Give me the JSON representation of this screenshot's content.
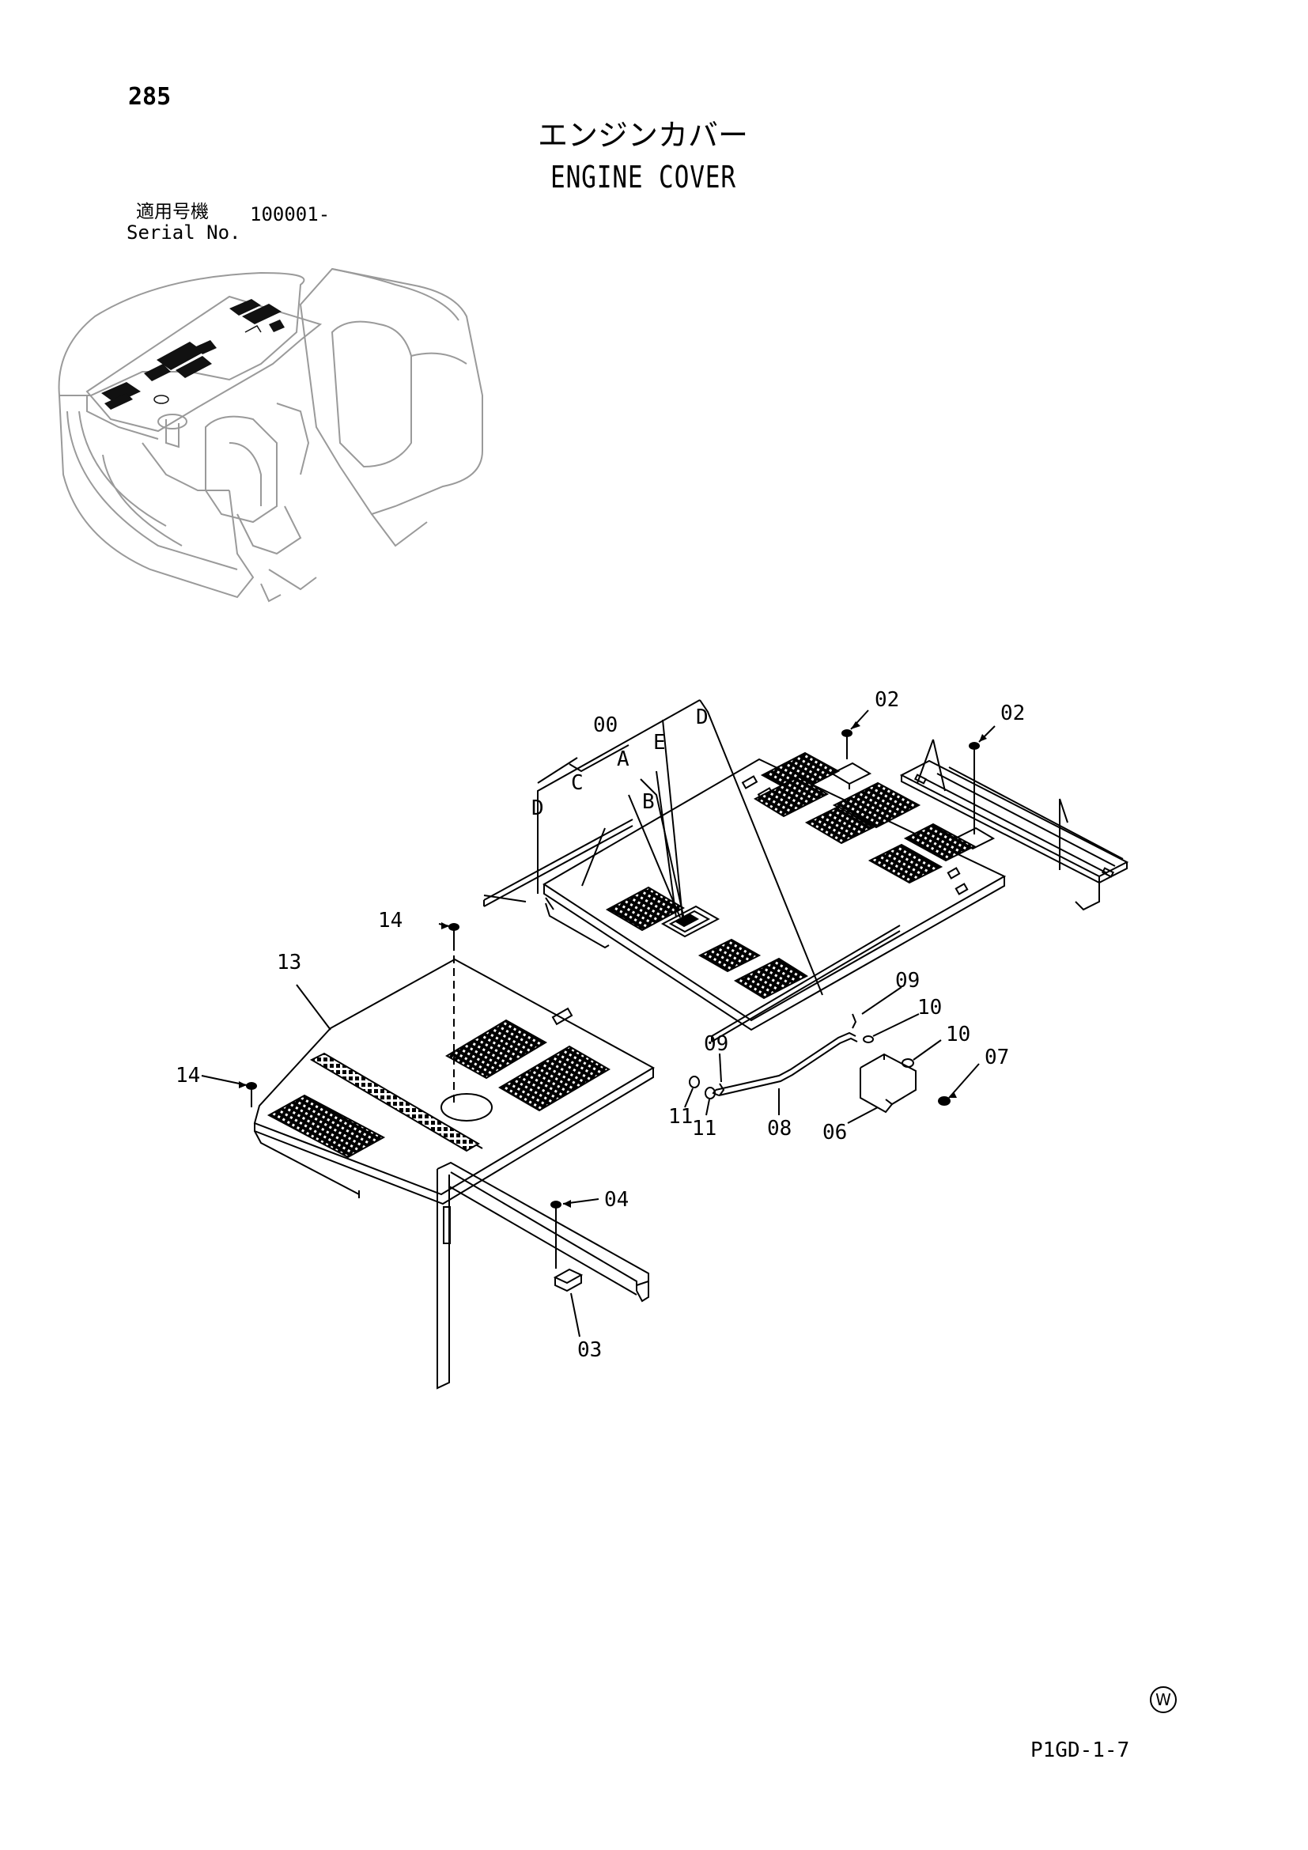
{
  "page_number": "285",
  "title_ja": "エンジンカバー",
  "title_en": "ENGINE COVER",
  "serial_label_ja": "適用号機",
  "serial_value": "100001-",
  "serial_label_en": "Serial No.",
  "footer_code": "P1GD-1-7",
  "mark": "W",
  "callouts": {
    "c00": "00",
    "cA": "A",
    "cB": "B",
    "cC": "C",
    "cD1": "D",
    "cD2": "D",
    "cE": "E",
    "c02a": "02",
    "c02b": "02",
    "c03": "03",
    "c04": "04",
    "c06": "06",
    "c07": "07",
    "c08": "08",
    "c09a": "09",
    "c09b": "09",
    "c10a": "10",
    "c10b": "10",
    "c11a": "11",
    "c11b": "11",
    "c13": "13",
    "c14a": "14",
    "c14b": "14"
  }
}
